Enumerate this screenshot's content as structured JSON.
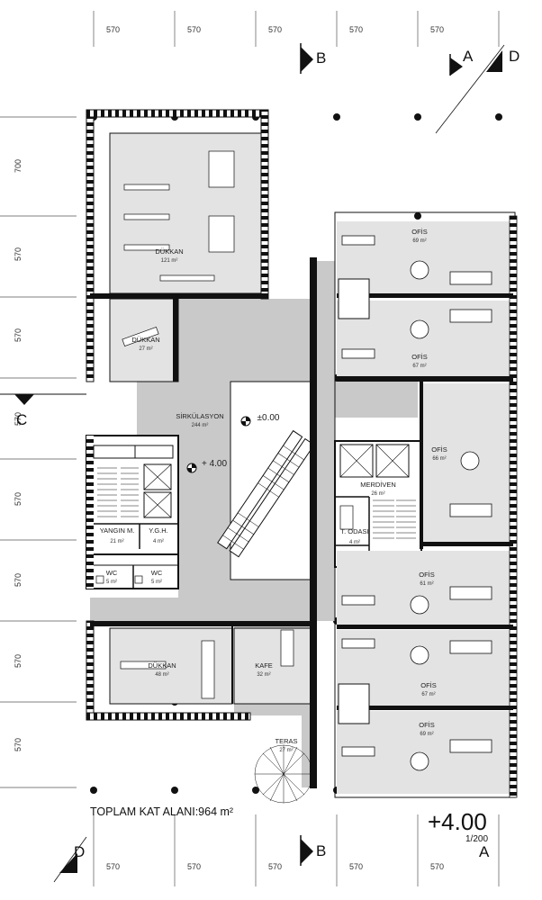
{
  "dimensions": {
    "top": [
      "570",
      "570",
      "570",
      "570",
      "570"
    ],
    "bottom": [
      "570",
      "570",
      "570",
      "570",
      "570"
    ],
    "left": [
      "700",
      "570",
      "570",
      "570",
      "570",
      "570",
      "570",
      "570"
    ]
  },
  "section_marks": {
    "A": "A",
    "B": "B",
    "C": "C",
    "D": "D"
  },
  "elevations": {
    "circulation": "+ 4.00",
    "stair_void": "±0.00"
  },
  "rooms": {
    "shop_large": {
      "name": "DÜKKAN",
      "area": "121 m²"
    },
    "shop_small": {
      "name": "DÜKKAN",
      "area": "27 m²"
    },
    "circulation": {
      "name": "SİRKÜLASYON",
      "area": "244 m²"
    },
    "fire_stair": {
      "name": "YANGIN M.",
      "area": "21 m²"
    },
    "ygh": {
      "name": "Y.G.H.",
      "area": "4 m²"
    },
    "wc1": {
      "name": "WC",
      "area": "5 m²"
    },
    "wc2": {
      "name": "WC",
      "area": "5 m²"
    },
    "shop_bottom": {
      "name": "DÜKKAN",
      "area": "48 m²"
    },
    "cafe": {
      "name": "KAFE",
      "area": "32 m²"
    },
    "terrace": {
      "name": "TERAS",
      "area": "27 m²"
    },
    "stair": {
      "name": "MERDİVEN",
      "area": "26 m²"
    },
    "t_room": {
      "name": "T. ODASI",
      "area": "4 m²"
    },
    "office1": {
      "name": "OFİS",
      "area": "69 m²"
    },
    "office2": {
      "name": "OFİS",
      "area": "67 m²"
    },
    "office3": {
      "name": "OFİS",
      "area": "66 m²"
    },
    "office4": {
      "name": "OFİS",
      "area": "61 m²"
    },
    "office5": {
      "name": "OFİS",
      "area": "67 m²"
    },
    "office6": {
      "name": "OFİS",
      "area": "69 m²"
    }
  },
  "total_area": "TOPLAM KAT ALANI:964 m²",
  "floor_level": "+4.00",
  "scale": "1/200",
  "colors": {
    "circulation_fill": "#c9c9c9",
    "room_fill": "#e3e3e3",
    "wall": "#111111",
    "grid_line": "#555555"
  }
}
